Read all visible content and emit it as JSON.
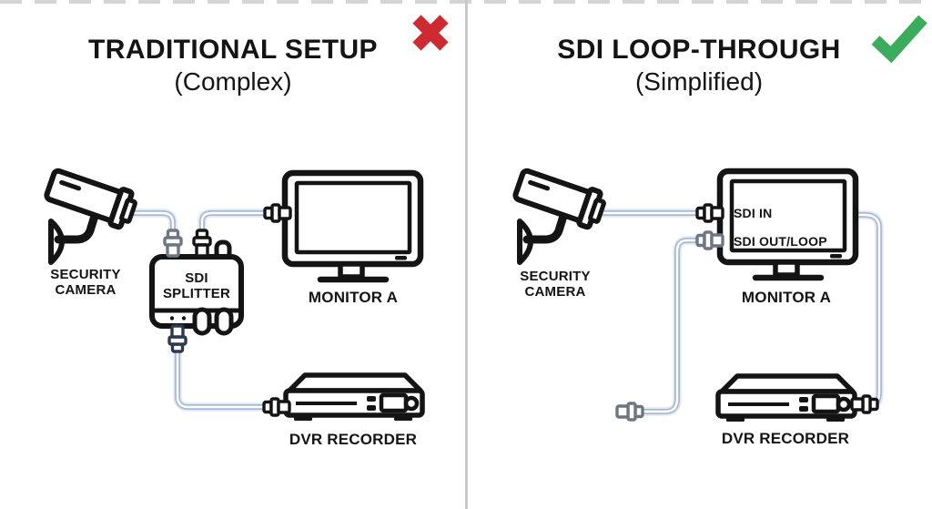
{
  "panels": {
    "left": {
      "title": "TRADITIONAL SETUP",
      "subtitle": "(Complex)",
      "verdict": "rejected",
      "labels": {
        "camera": "SECURITY\nCAMERA",
        "splitter": "SDI\nSPLITTER",
        "monitor": "MONITOR A",
        "dvr": "DVR RECORDER"
      }
    },
    "right": {
      "title": "SDI LOOP-THROUGH",
      "subtitle": "(Simplified)",
      "verdict": "approved",
      "labels": {
        "camera": "SECURITY\nCAMERA",
        "monitor": "MONITOR A",
        "dvr": "DVR RECORDER",
        "monitor_ports": {
          "sdi_in": "SDI IN",
          "sdi_out": "SDI OUT/LOOP"
        }
      }
    }
  },
  "icons": {
    "left_verdict": "x-mark",
    "right_verdict": "check-mark"
  },
  "colors": {
    "error_red": "#cd2b31",
    "success_green": "#3bab5c",
    "cable_blue": "#a9bad6",
    "connector_gray": "#6e7682",
    "connector_dark": "#2b3a52",
    "ink": "#141414",
    "divider_gray": "#c9c9c9",
    "background": "#ffffff"
  }
}
